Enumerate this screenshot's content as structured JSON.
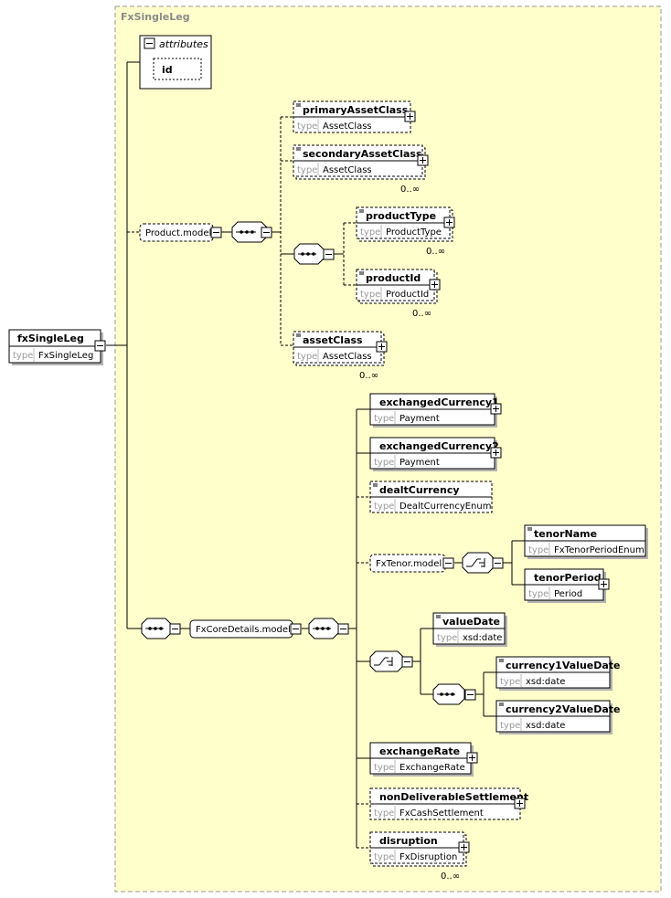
{
  "diagram": {
    "frame_title": "FxSingleLeg",
    "root": {
      "name": "fxSingleLeg",
      "type_label": "type",
      "type": "FxSingleLeg"
    },
    "attributes": {
      "title": "attributes",
      "items": [
        "id"
      ]
    },
    "groups": {
      "product_model": "Product.model",
      "fx_core_details": "FxCoreDetails.model",
      "fx_tenor": "FxTenor.model"
    },
    "elements": {
      "primary_asset_class": {
        "name": "primaryAssetClass",
        "type_label": "type",
        "type": "AssetClass"
      },
      "secondary_asset_class": {
        "name": "secondaryAssetClass",
        "type_label": "type",
        "type": "AssetClass",
        "cardinality": "0..∞"
      },
      "product_type": {
        "name": "productType",
        "type_label": "type",
        "type": "ProductType",
        "cardinality": "0..∞"
      },
      "product_id": {
        "name": "productId",
        "type_label": "type",
        "type": "ProductId",
        "cardinality": "0..∞"
      },
      "asset_class": {
        "name": "assetClass",
        "type_label": "type",
        "type": "AssetClass",
        "cardinality": "0..∞"
      },
      "exchanged_currency1": {
        "name": "exchangedCurrency1",
        "type_label": "type",
        "type": "Payment"
      },
      "exchanged_currency2": {
        "name": "exchangedCurrency2",
        "type_label": "type",
        "type": "Payment"
      },
      "dealt_currency": {
        "name": "dealtCurrency",
        "type_label": "type",
        "type": "DealtCurrencyEnum"
      },
      "tenor_name": {
        "name": "tenorName",
        "type_label": "type",
        "type": "FxTenorPeriodEnum"
      },
      "tenor_period": {
        "name": "tenorPeriod",
        "type_label": "type",
        "type": "Period"
      },
      "value_date": {
        "name": "valueDate",
        "type_label": "type",
        "type": "xsd:date"
      },
      "currency1_value_date": {
        "name": "currency1ValueDate",
        "type_label": "type",
        "type": "xsd:date"
      },
      "currency2_value_date": {
        "name": "currency2ValueDate",
        "type_label": "type",
        "type": "xsd:date"
      },
      "exchange_rate": {
        "name": "exchangeRate",
        "type_label": "type",
        "type": "ExchangeRate"
      },
      "non_deliverable_settlement": {
        "name": "nonDeliverableSettlement",
        "type_label": "type",
        "type": "FxCashSettlement"
      },
      "disruption": {
        "name": "disruption",
        "type_label": "type",
        "type": "FxDisruption",
        "cardinality": "0..∞"
      }
    }
  }
}
